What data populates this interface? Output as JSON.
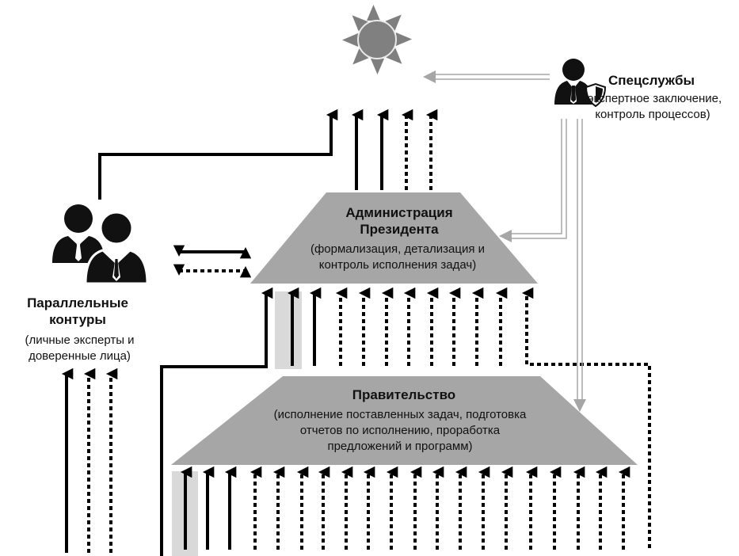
{
  "nodes": {
    "special_services": {
      "title": "Спецслужбы",
      "description": "(экспертное заключение, контроль процессов)"
    },
    "administration": {
      "title": "Администрация Президента",
      "description": "(формализация, детализация и контроль исполнения задач)"
    },
    "government": {
      "title": "Правительство",
      "description": "(исполнение поставленных задач, подготовка отчетов по исполнению, проработка предложений и программ)"
    },
    "parallel_circuits": {
      "title": "Параллельные контуры",
      "description": "(личные эксперты и доверенные лица)"
    }
  },
  "icons": {
    "top": "sun-icon",
    "special_services": "businessman-shield-icon",
    "parallel_circuits": "two-businessmen-icon"
  },
  "colors": {
    "trapezoid_fill": "#a6a6a6",
    "sun": "#7f7f7f",
    "solid_arrow": "#000000",
    "double_line_arrow": "#a6a6a6",
    "highlight_box": "#d9d9d9"
  }
}
